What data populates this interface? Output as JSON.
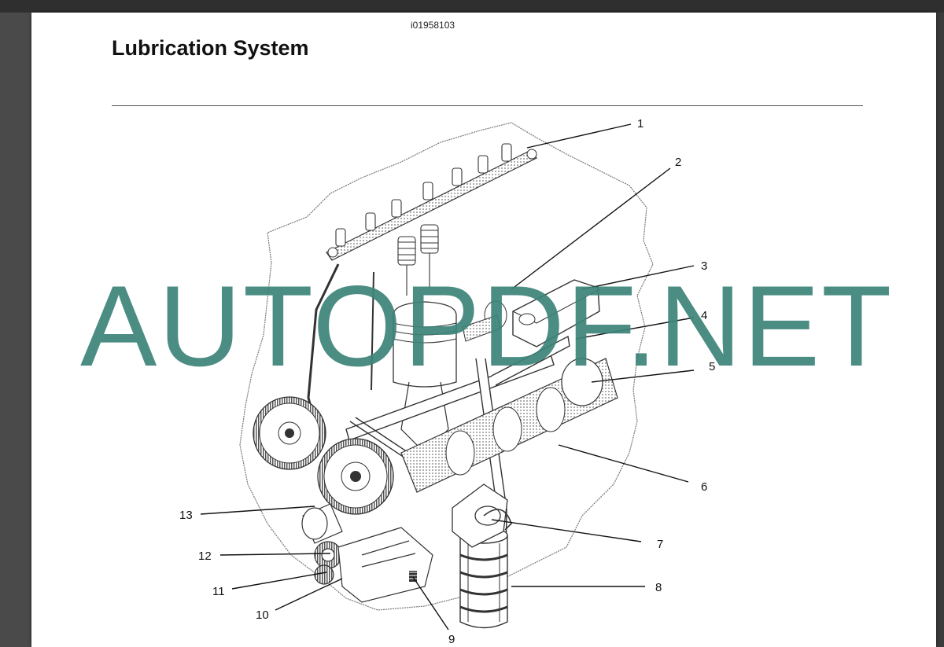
{
  "document": {
    "doc_id": "i01958103",
    "title": "Lubrication System"
  },
  "callouts": [
    "1",
    "2",
    "3",
    "4",
    "5",
    "6",
    "7",
    "8",
    "9",
    "10",
    "11",
    "12",
    "13"
  ],
  "watermark": "AUTOPDF.NET",
  "colors": {
    "background_dark": "#3b3b3b",
    "page": "#ffffff",
    "watermark": "#3c8479",
    "line_art": "#333333"
  }
}
